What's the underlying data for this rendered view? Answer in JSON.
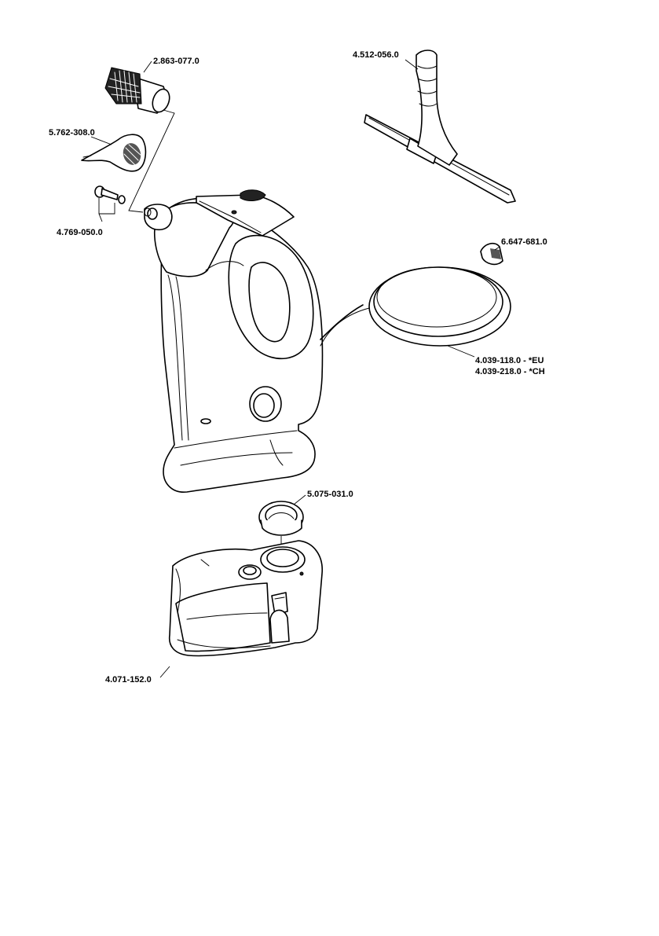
{
  "labels": {
    "brush": "2.863-077.0",
    "nozzle": "5.762-308.0",
    "screw": "4.769-050.0",
    "squeegee": "4.512-056.0",
    "clip": "6.647-681.0",
    "cable_eu": "4.039-118.0 - *EU",
    "cable_ch": "4.039-218.0 - *CH",
    "filter_cap": "5.075-031.0",
    "base": "4.071-152.0"
  }
}
